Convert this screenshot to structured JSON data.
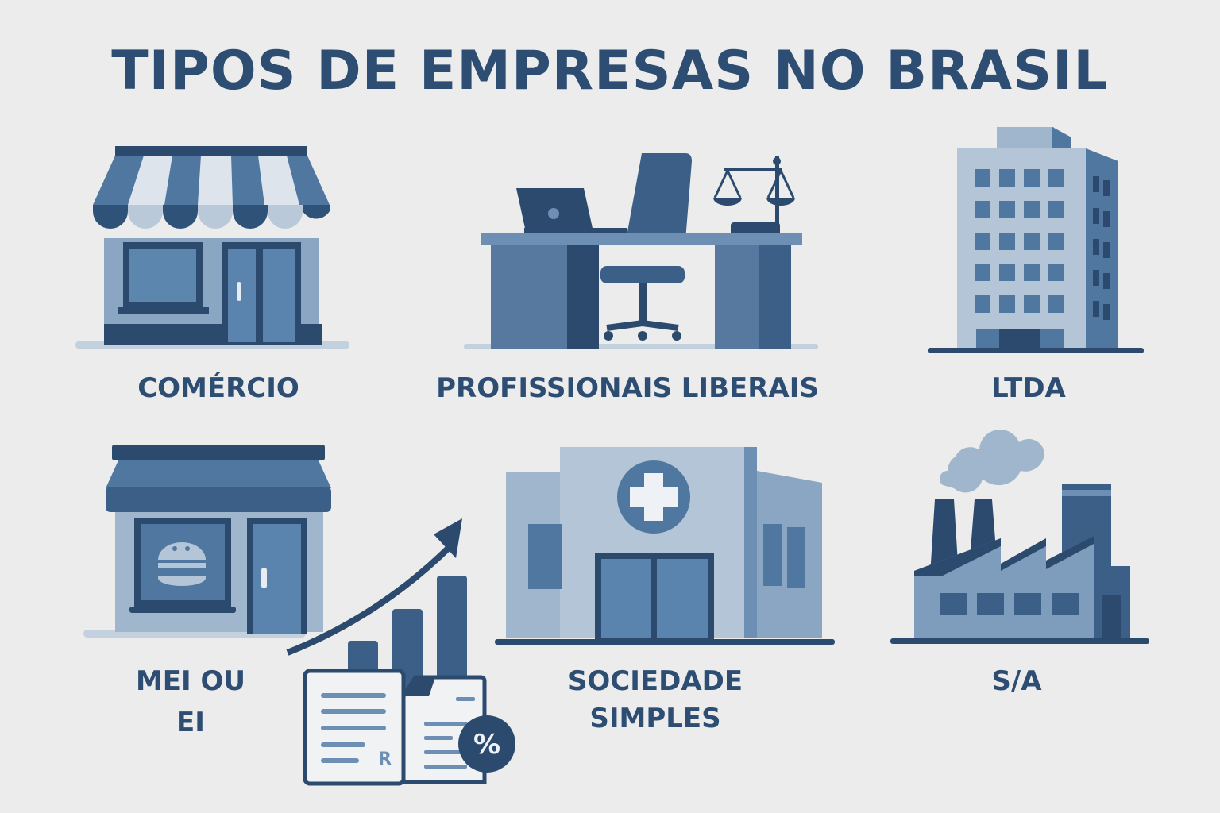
{
  "title": "TIPOS DE EMPRESAS NO BRASIL",
  "colors": {
    "background": "#ececec",
    "title": "#2d4d73",
    "dark": "#2c4a6e",
    "mid": "#4f77a0",
    "light": "#8fa9c4",
    "pale": "#b8c9da"
  },
  "cards": [
    {
      "label": "COMÉRCIO",
      "icon": "storefront-icon"
    },
    {
      "label": "PROFISSIONAIS LIBERAIS",
      "icon": "office-desk-icon"
    },
    {
      "label": "LTDA",
      "icon": "office-building-icon"
    },
    {
      "label_line1": "MEI OU",
      "label_line2": "EI",
      "icon": "small-shop-icon"
    },
    {
      "label_line1": "SOCIEDADE",
      "label_line2": "SIMPLES",
      "icon": "clinic-building-icon"
    },
    {
      "label": "S/A",
      "icon": "factory-icon"
    }
  ],
  "finance_graphic": {
    "currency_letter": "R",
    "percent_symbol": "%",
    "icon": "growth-chart-documents-icon"
  }
}
